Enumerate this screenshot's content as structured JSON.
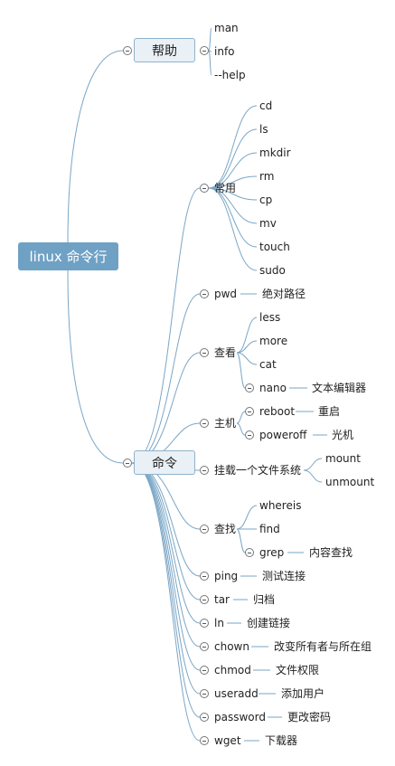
{
  "root": {
    "label": "linux 命令行"
  },
  "help": {
    "label": "帮助",
    "items": [
      "man",
      "info",
      "--help"
    ]
  },
  "cmd": {
    "label": "命令",
    "common": {
      "label": "常用",
      "items": [
        "cd",
        "ls",
        "mkdir",
        "rm",
        "cp",
        "mv",
        "touch",
        "sudo"
      ]
    },
    "pwd": {
      "label": "pwd",
      "desc": "绝对路径"
    },
    "view": {
      "label": "查看",
      "items": [
        "less",
        "more",
        "cat"
      ],
      "nano": {
        "label": "nano",
        "desc": "文本编辑器"
      }
    },
    "host": {
      "label": "主机",
      "reboot": {
        "label": "reboot",
        "desc": "重启"
      },
      "poweroff": {
        "label": "poweroff",
        "desc": "光机"
      }
    },
    "mount": {
      "label": "挂载一个文件系统",
      "items": [
        "mount",
        "unmount"
      ]
    },
    "find": {
      "label": "查找",
      "items": [
        "whereis",
        "find"
      ],
      "grep": {
        "label": "grep",
        "desc": "内容查找"
      }
    },
    "ping": {
      "label": "ping",
      "desc": "测试连接"
    },
    "tar": {
      "label": "tar",
      "desc": "归档"
    },
    "ln": {
      "label": "ln",
      "desc": "创建链接"
    },
    "chown": {
      "label": "chown",
      "desc": "改变所有者与所在组"
    },
    "chmod": {
      "label": "chmod",
      "desc": "文件权限"
    },
    "useradd": {
      "label": "useradd",
      "desc": "添加用户"
    },
    "password": {
      "label": "password",
      "desc": "更改密码"
    },
    "wget": {
      "label": "wget",
      "desc": "下载器"
    }
  },
  "colors": {
    "line": "#7aa6c6",
    "root_fill": "#6fa1c5",
    "node_fill": "#e9f0f6",
    "node_border": "#8fb2cc"
  }
}
